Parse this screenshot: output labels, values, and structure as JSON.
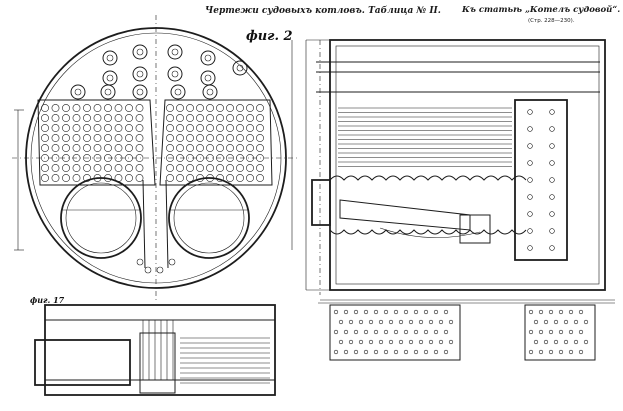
{
  "sheet": {
    "title": "Чертежи судовыхъ котловъ. Таблица № II.",
    "article": "Къ статьѣ „Котелъ судовой“.",
    "pages": "(Стр. 228—230)."
  },
  "figures": {
    "fig2_label": "фиг. 2",
    "fig17_label": "фиг. 17"
  }
}
